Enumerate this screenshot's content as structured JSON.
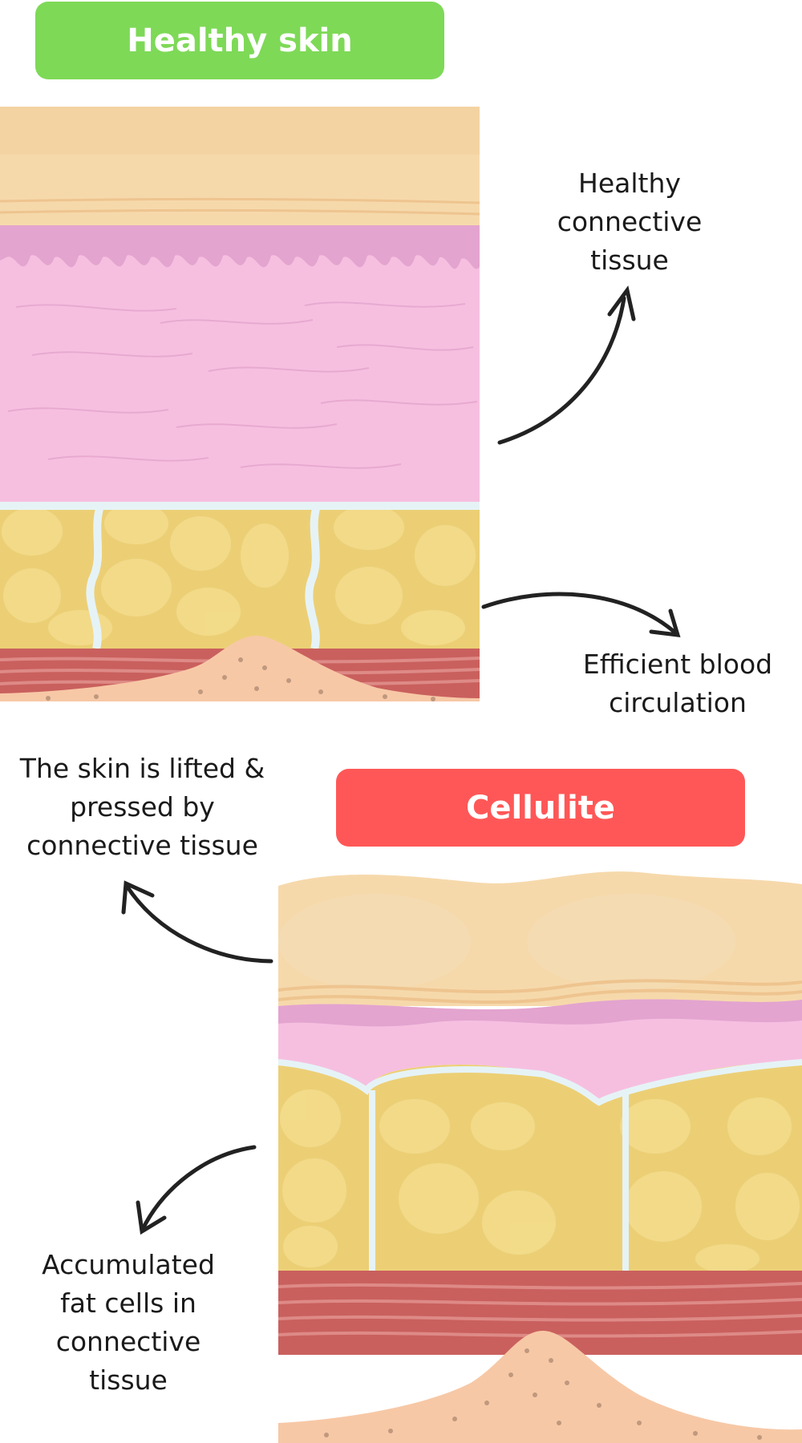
{
  "healthy": {
    "badge_label": "Healthy skin",
    "badge_color": "#7ed957"
  },
  "cellulite": {
    "badge_label": "Cellulite",
    "badge_color": "#ff5757"
  },
  "labels": {
    "connective_tissue": [
      "Healthy",
      "connective",
      "tissue"
    ],
    "blood_circulation": [
      "Efficient blood",
      "circulation"
    ],
    "lifted_pressed": [
      "The skin is lifted &",
      "pressed by",
      "connective tissue"
    ],
    "accumulated_fat": [
      "Accumulated",
      "fat cells in",
      "connective",
      "tissue"
    ]
  },
  "colors": {
    "epidermis": "#f6d9ab",
    "dermis": "#f6bfe0",
    "dermis_top": "#e3a4cf",
    "fat": "#eccf75",
    "fat_cell": "#f3dc8c",
    "septa": "#e6f3f6",
    "muscle": "#c9605e",
    "bone": "#f7c8a6",
    "arrow": "#222222"
  }
}
